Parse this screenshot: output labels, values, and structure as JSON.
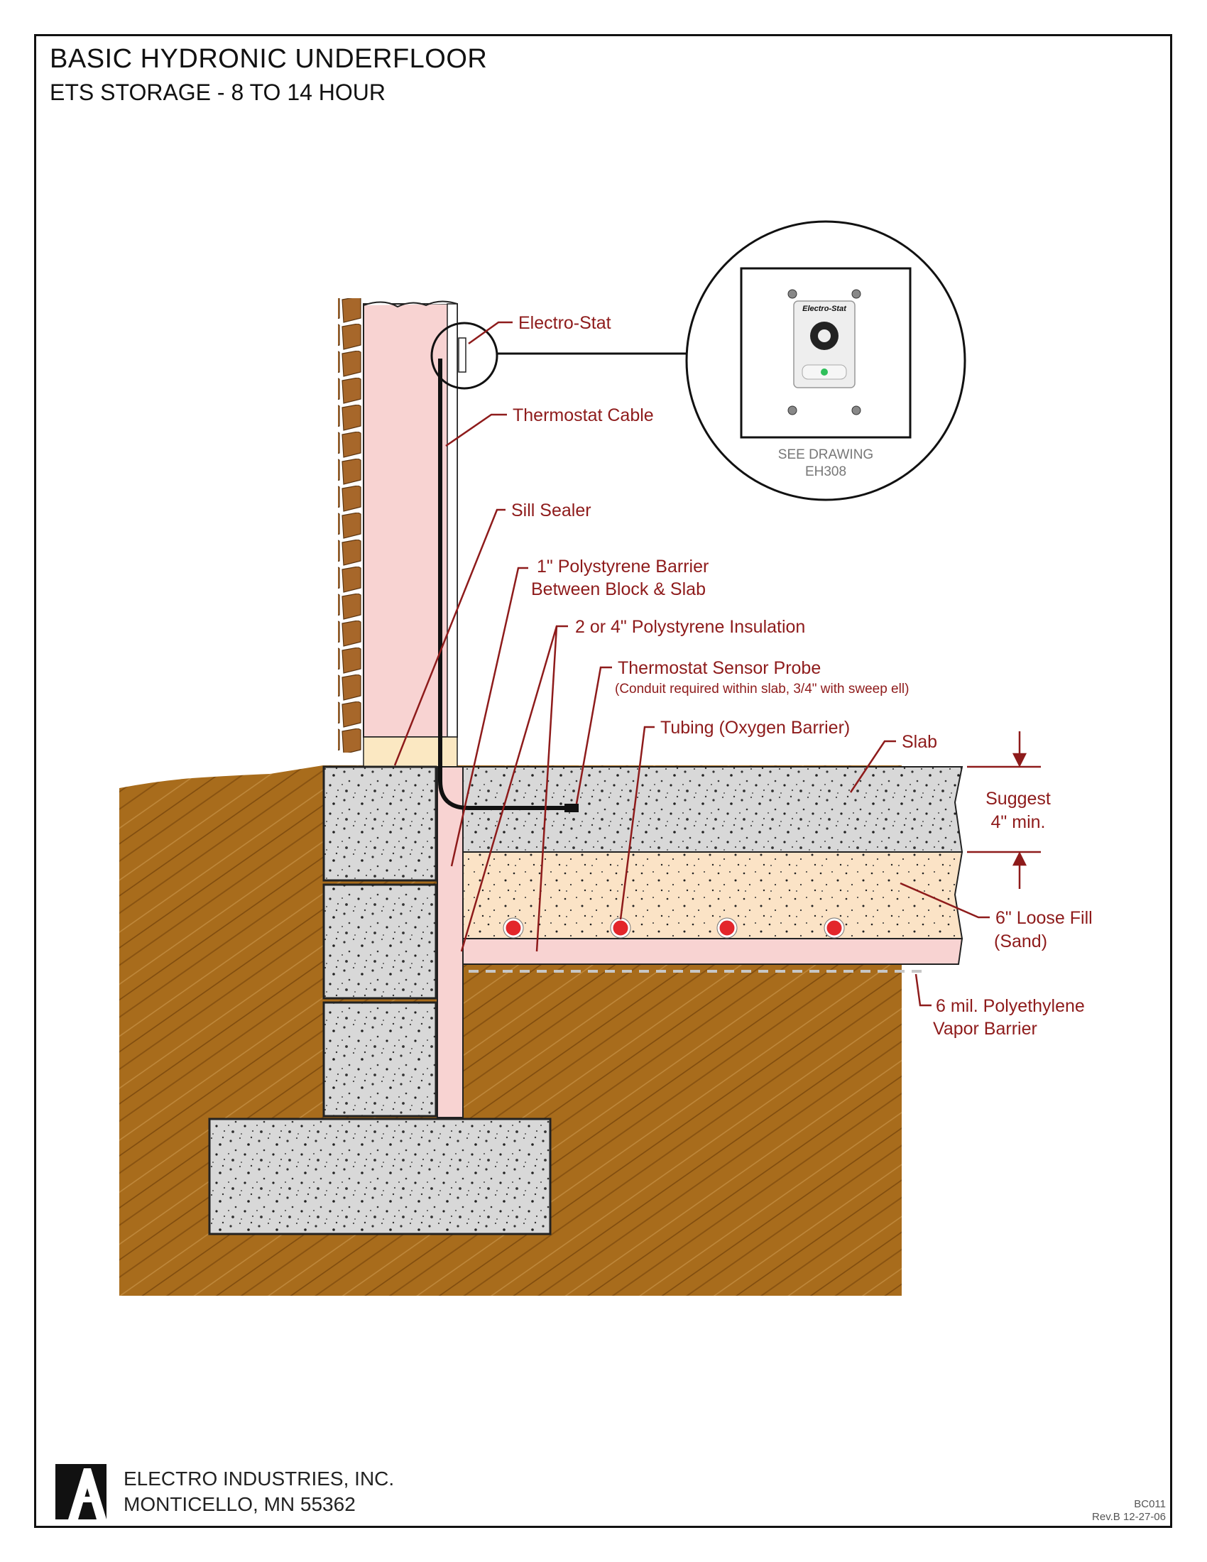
{
  "header": {
    "title": "BASIC HYDRONIC UNDERFLOOR",
    "subtitle": "ETS STORAGE - 8 TO 14 HOUR"
  },
  "callouts": {
    "electro_stat": "Electro-Stat",
    "thermostat_cable": "Thermostat Cable",
    "sill_sealer": "Sill Sealer",
    "polystyrene_barrier_line1": "1\" Polystyrene Barrier",
    "polystyrene_barrier_line2": "Between Block & Slab",
    "polystyrene_insulation": "2 or 4\" Polystyrene Insulation",
    "sensor_probe": "Thermostat Sensor Probe",
    "sensor_probe_note": "(Conduit required within slab, 3/4\" with sweep ell)",
    "tubing": "Tubing (Oxygen Barrier)",
    "slab": "Slab",
    "suggest_line1": "Suggest",
    "suggest_line2": "4\" min.",
    "loose_fill_line1": "6\" Loose Fill",
    "loose_fill_line2": "(Sand)",
    "vapor_barrier_line1": "6 mil. Polyethylene",
    "vapor_barrier_line2": "Vapor Barrier"
  },
  "thermostat_detail": {
    "brand": "Electro-Stat",
    "see_drawing_line1": "SEE DRAWING",
    "see_drawing_line2": "EH308"
  },
  "footer": {
    "company_line1": "ELECTRO INDUSTRIES, INC.",
    "company_line2": "MONTICELLO, MN 55362",
    "doc_number": "BC011",
    "revision": "Rev.B 12-27-06"
  },
  "colors": {
    "label_red": "#8e1b1b",
    "soil": "#a66a1a",
    "concrete": "#d6d6d6",
    "wall_pink": "#f8d3d2",
    "sand": "#fbe3c6",
    "tube_red": "#e3262b"
  }
}
